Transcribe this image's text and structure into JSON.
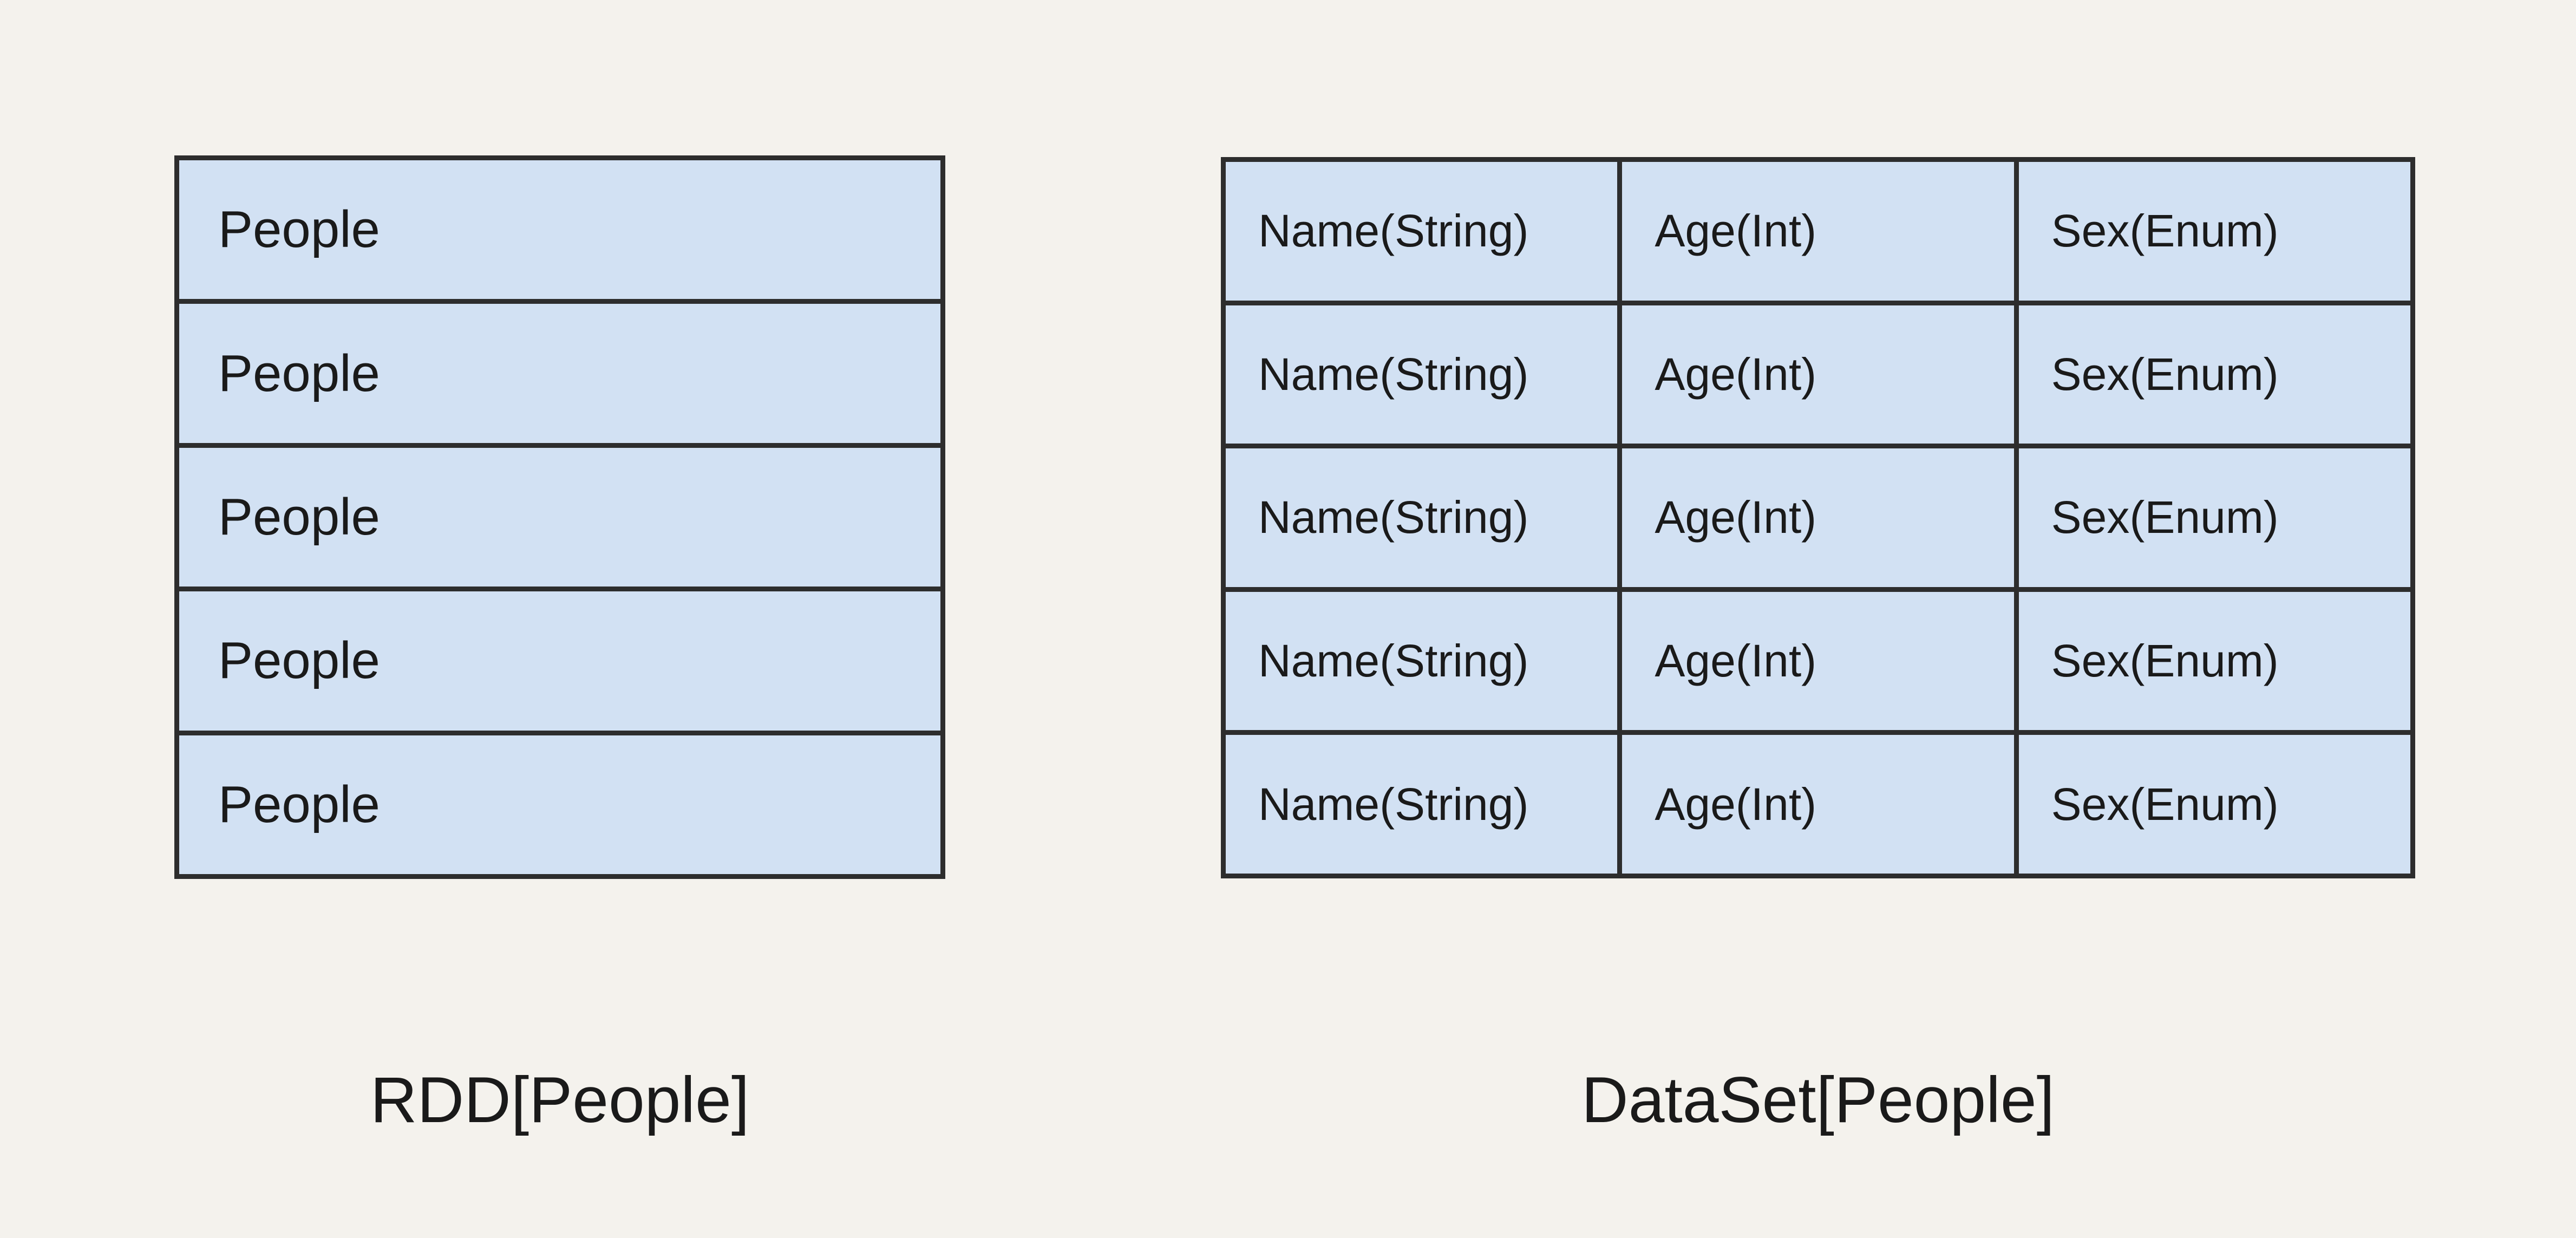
{
  "colors": {
    "background": "#f4f2ed",
    "cell_fill": "#d2e1f3",
    "border": "#2d2d2d",
    "text": "#1a1a1a"
  },
  "rdd": {
    "rows": [
      "People",
      "People",
      "People",
      "People",
      "People"
    ],
    "caption": "RDD[People]"
  },
  "dataset": {
    "rows": [
      [
        "Name(String)",
        "Age(Int)",
        "Sex(Enum)"
      ],
      [
        "Name(String)",
        "Age(Int)",
        "Sex(Enum)"
      ],
      [
        "Name(String)",
        "Age(Int)",
        "Sex(Enum)"
      ],
      [
        "Name(String)",
        "Age(Int)",
        "Sex(Enum)"
      ],
      [
        "Name(String)",
        "Age(Int)",
        "Sex(Enum)"
      ]
    ],
    "caption": "DataSet[People]"
  }
}
